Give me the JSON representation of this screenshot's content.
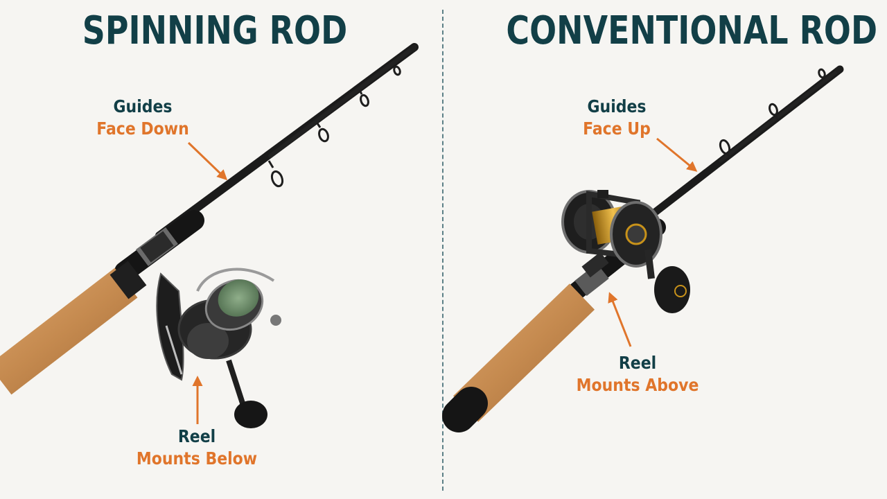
{
  "colors": {
    "heading": "#123f47",
    "accent": "#e0752b",
    "background": "#f6f5f2",
    "cork": "#c58a4f",
    "blank": "#1b1b1b",
    "brass": "#c8921a",
    "line": "#6f8f6c"
  },
  "left": {
    "title": "SPINNING ROD",
    "guides": {
      "label": "Guides",
      "detail": "Face Down"
    },
    "reel": {
      "label": "Reel",
      "detail": "Mounts Below"
    }
  },
  "right": {
    "title": "CONVENTIONAL ROD",
    "guides": {
      "label": "Guides",
      "detail": "Face Up"
    },
    "reel": {
      "label": "Reel",
      "detail": "Mounts Above"
    }
  }
}
